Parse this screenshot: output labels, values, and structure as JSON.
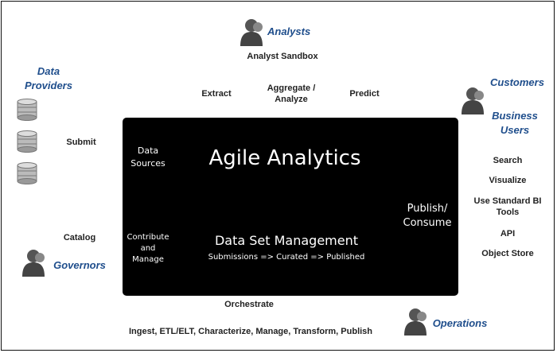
{
  "roles": {
    "analysts": "Analysts",
    "data_providers": "Data Providers",
    "customers": "Customers",
    "business_users": "Business Users",
    "governors": "Governors",
    "operations": "Operations"
  },
  "labels": {
    "analyst_sandbox": "Analyst Sandbox",
    "extract": "Extract",
    "aggregate_analyze": "Aggregate / Analyze",
    "predict": "Predict",
    "submit": "Submit",
    "catalog": "Catalog",
    "orchestrate": "Orchestrate",
    "operations_tasks": "Ingest, ETL/ELT, Characterize, Manage, Transform, Publish"
  },
  "consumer_actions": [
    "Search",
    "Visualize",
    "Use Standard BI Tools",
    "API",
    "Object Store"
  ],
  "core": {
    "title": "Agile Analytics",
    "data_sources": "Data Sources",
    "contribute_manage": "Contribute and Manage",
    "dsm_title": "Data Set Management",
    "dsm_subtitle": "Submissions => Curated => Published",
    "publish_consume": "Publish/ Consume"
  },
  "icons": [
    "person-icon",
    "database-icon"
  ],
  "colors": {
    "role_text": "#1f4e8c",
    "core_bg": "#000000"
  }
}
